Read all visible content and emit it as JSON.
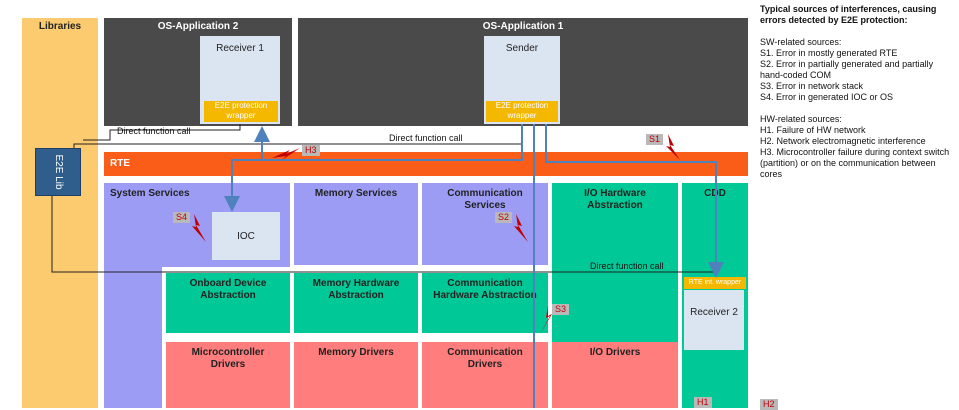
{
  "libraries": "Libraries",
  "e2e_lib": "E2E Lib",
  "os_app2": {
    "title": "OS-Application 2",
    "receiver": "Receiver 1",
    "wrapper": "E2E protection wrapper"
  },
  "os_app1": {
    "title": "OS-Application 1",
    "sender": "Sender",
    "wrapper": "E2E protection wrapper"
  },
  "rte": "RTE",
  "layers": {
    "system_services": "System Services",
    "memory_services": "Memory Services",
    "communication_services": "Communication Services",
    "io_hw_abstraction": "I/O Hardware Abstraction",
    "cdd": "CDD",
    "ioc": "IOC",
    "onboard_device_abstraction": "Onboard Device Abstraction",
    "memory_hw_abstraction": "Memory Hardware Abstraction",
    "communication_hw_abstraction": "Communication Hardware Abstraction",
    "microcontroller_drivers": "Microcontroller Drivers",
    "memory_drivers": "Memory Drivers",
    "communication_drivers": "Communication Drivers",
    "io_drivers": "I/O Drivers",
    "rte_int_wrapper": "RTE int. wrapper",
    "receiver2": "Receiver 2"
  },
  "calls": {
    "direct1": "Direct function call",
    "direct2": "Direct function call",
    "direct3": "Direct function call"
  },
  "tags": {
    "s1": "S1",
    "s2": "S2",
    "s3": "S3",
    "s4": "S4",
    "h1": "H1",
    "h2": "H2",
    "h3": "H3"
  },
  "legend": {
    "title": "Typical sources of interferences, causing errors detected by E2E protection:",
    "sw_title": "SW-related sources:",
    "sw": [
      "S1. Error in mostly generated RTE",
      "S2. Error in partially generated and partially hand-coded COM",
      "S3. Error in network stack",
      "S4. Error in generated IOC or OS"
    ],
    "hw_title": "HW-related sources:",
    "hw": [
      "H1. Failure of HW network",
      "H2. Network electromagnetic interference",
      "H3. Microcontroller failure during context switch (partition) or on the communication between cores"
    ]
  },
  "colors": {
    "libraries": "#fccb6f",
    "os_app": "#4a4a4a",
    "app_box": "#dbe5f1",
    "wrapper": "#f5b800",
    "rte": "#fa5d18",
    "services": "#9c9cf5",
    "green": "#00c896",
    "drivers": "#ff7d7d",
    "arrow": "#4f81bd",
    "lightning": "#c00000",
    "e2e_lib": "#2f5d8c"
  }
}
